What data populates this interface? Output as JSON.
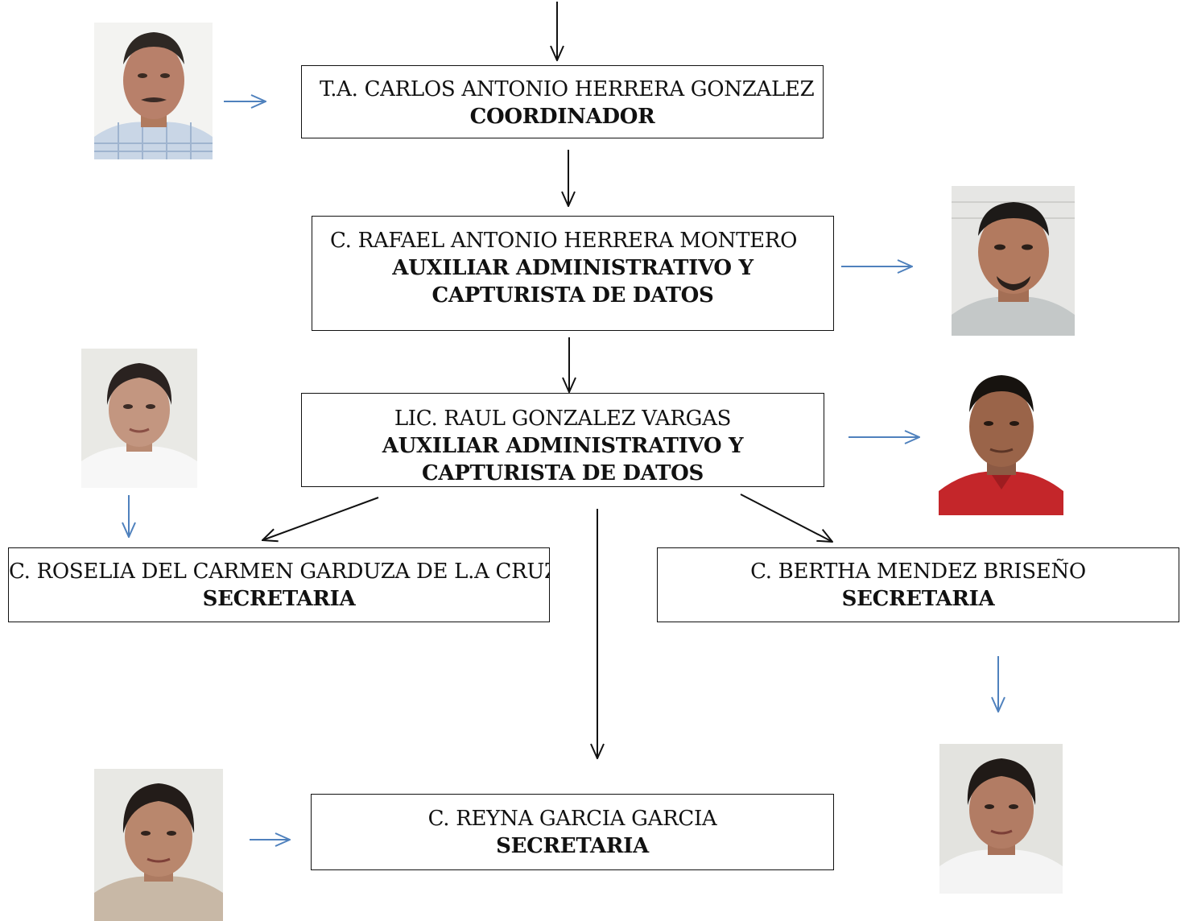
{
  "nodes": {
    "coordinator": {
      "name": "T.A. CARLOS ANTONIO HERRERA GONZALEZ",
      "role": "COORDINADOR"
    },
    "aux1": {
      "name": "C. RAFAEL ANTONIO HERRERA MONTERO",
      "role": "AUXILIAR ADMINISTRATIVO Y CAPTURISTA DE DATOS"
    },
    "aux2": {
      "name": "LIC. RAUL GONZALEZ VARGAS",
      "role": "AUXILIAR ADMINISTRATIVO Y CAPTURISTA DE DATOS"
    },
    "sec_roselia": {
      "name": "C. ROSELIA DEL CARMEN GARDUZA DE L.A CRUZ",
      "role": "SECRETARIA"
    },
    "sec_bertha": {
      "name": "C. BERTHA MENDEZ BRISEÑO",
      "role": "SECRETARIA"
    },
    "sec_reyna": {
      "name": "C. REYNA GARCIA GARCIA",
      "role": "SECRETARIA"
    }
  },
  "colors": {
    "box_border": "#111111",
    "hierarchy_arrow": "#111111",
    "photo_arrow": "#4f81bd"
  }
}
